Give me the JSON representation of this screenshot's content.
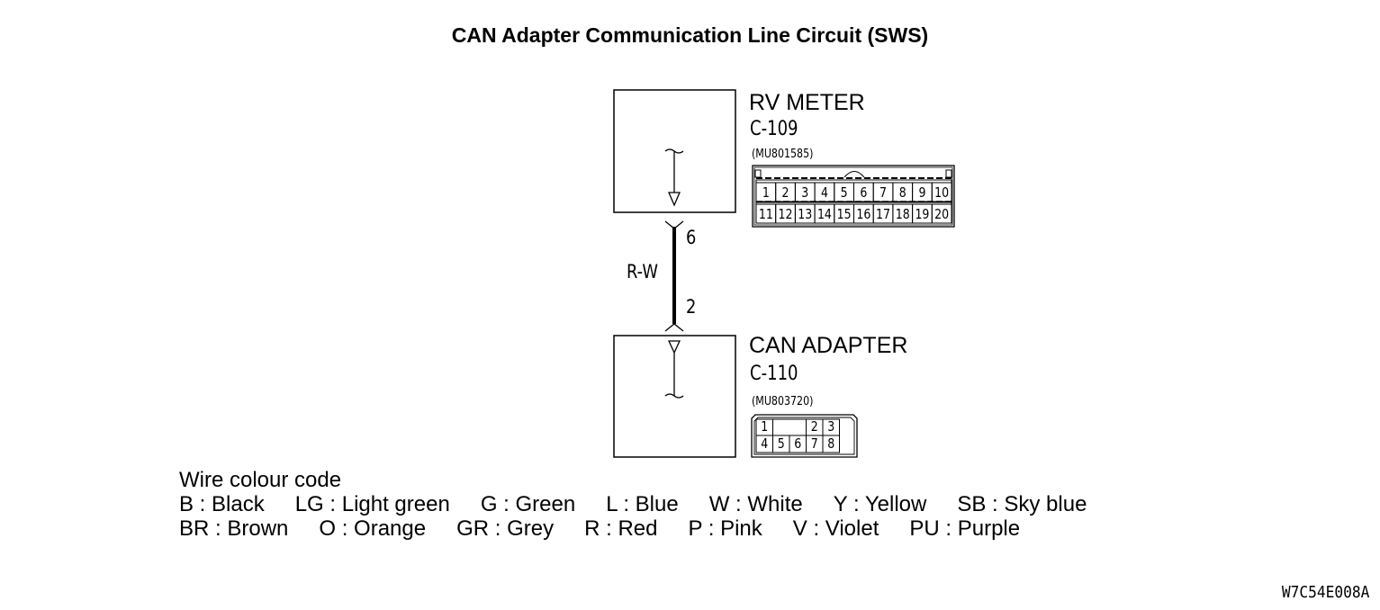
{
  "title": "CAN Adapter Communication Line Circuit (SWS)",
  "components": {
    "rv_meter": {
      "name": "RV METER",
      "connector_id": "C-109",
      "part_number": "(MU801585)",
      "pins_row1": [
        "1",
        "2",
        "3",
        "4",
        "5",
        "6",
        "7",
        "8",
        "9",
        "10"
      ],
      "pins_row2": [
        "11",
        "12",
        "13",
        "14",
        "15",
        "16",
        "17",
        "18",
        "19",
        "20"
      ],
      "wire_pin": "6"
    },
    "can_adapter": {
      "name": "CAN ADAPTER",
      "connector_id": "C-110",
      "part_number": "(MU803720)",
      "pins_row1": [
        "1",
        "",
        "2",
        "3"
      ],
      "pins_row2": [
        "4",
        "5",
        "6",
        "7",
        "8"
      ],
      "wire_pin": "2"
    }
  },
  "wire": {
    "colour": "R-W"
  },
  "legend": {
    "heading": "Wire colour code",
    "row1": [
      "B : Black",
      "LG : Light green",
      "G : Green",
      "L : Blue",
      "W : White",
      "Y : Yellow",
      "SB : Sky blue"
    ],
    "row2": [
      "BR : Brown",
      "O : Orange",
      "GR : Grey",
      "R : Red",
      "P : Pink",
      "V : Violet",
      "PU : Purple"
    ]
  },
  "figure_id": "W7C54E008A"
}
